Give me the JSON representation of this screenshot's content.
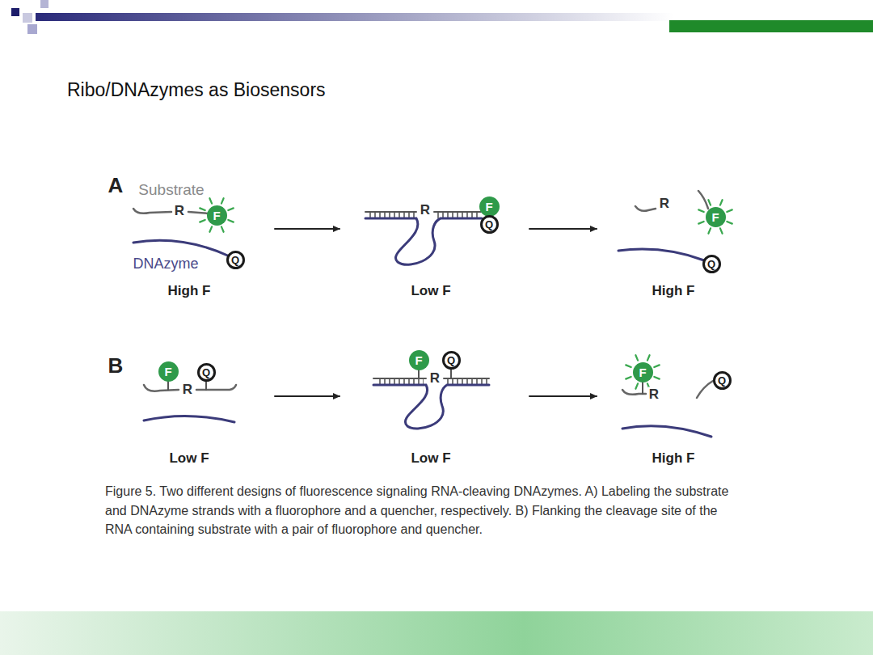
{
  "diagram": {
    "title": "Ribo/DNAzymes as Biosensors",
    "caption": "Figure 5. Two different designs of fluorescence signaling RNA-cleaving DNAzymes. A) Labeling the substrate and DNAzyme strands with a fluorophore and a quencher, respectively. B) Flanking the cleavage site of the RNA containing substrate with a pair of fluorophore and quencher.",
    "nodes": [
      {
        "text": [
          "F"
        ]
      },
      {
        "text": [
          "Q"
        ]
      },
      {
        "text": [
          "F"
        ]
      },
      {
        "text": [
          "Q"
        ]
      },
      {
        "text": [
          "F"
        ]
      },
      {
        "text": [
          "Q"
        ]
      },
      {
        "text": [
          "F"
        ]
      },
      {
        "text": [
          "Q"
        ]
      },
      {
        "text": [
          "F"
        ]
      },
      {
        "text": [
          "Q"
        ]
      },
      {
        "text": [
          "F"
        ]
      },
      {
        "text": [
          "Q"
        ]
      }
    ],
    "labels": [
      "A",
      "Substrate",
      "R",
      "DNAzyme",
      "High F",
      "R",
      "Low F",
      "R",
      "High F",
      "B",
      "R",
      "Low F",
      "R",
      "Low F",
      "R",
      "High F"
    ]
  }
}
